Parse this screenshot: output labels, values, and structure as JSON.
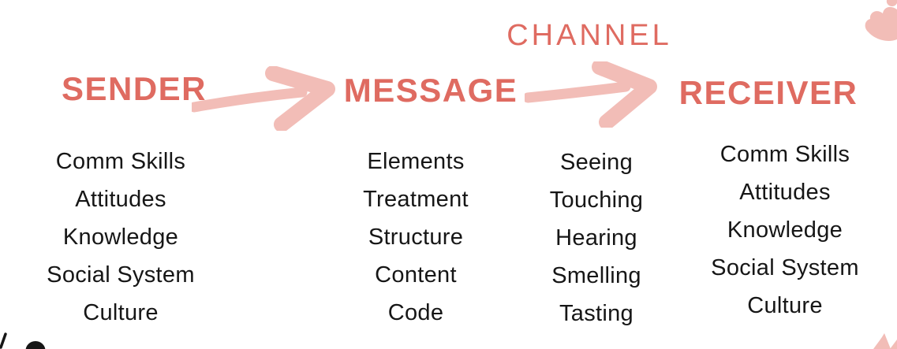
{
  "palette": {
    "background": "#ffffff",
    "accent": "#df6b61",
    "accent_light": "#f2bdb7",
    "text": "#161616"
  },
  "diagram": {
    "stages": [
      {
        "title": "SENDER",
        "items": [
          "Comm Skills",
          "Attitudes",
          "Knowledge",
          "Social System",
          "Culture"
        ]
      },
      {
        "title": "MESSAGE",
        "items": [
          "Elements",
          "Treatment",
          "Structure",
          "Content",
          "Code"
        ]
      },
      {
        "title": "CHANNEL",
        "items": [
          "Seeing",
          "Touching",
          "Hearing",
          "Smelling",
          "Tasting"
        ]
      },
      {
        "title": "RECEIVER",
        "items": [
          "Comm Skills",
          "Attitudes",
          "Knowledge",
          "Social System",
          "Culture"
        ]
      }
    ],
    "arrows": [
      {
        "name": "sender-to-message"
      },
      {
        "name": "message-to-receiver"
      }
    ],
    "decorations": [
      "pink-blob-top-right",
      "pink-wedge-bottom-right",
      "black-doodle-bottom-left"
    ]
  }
}
